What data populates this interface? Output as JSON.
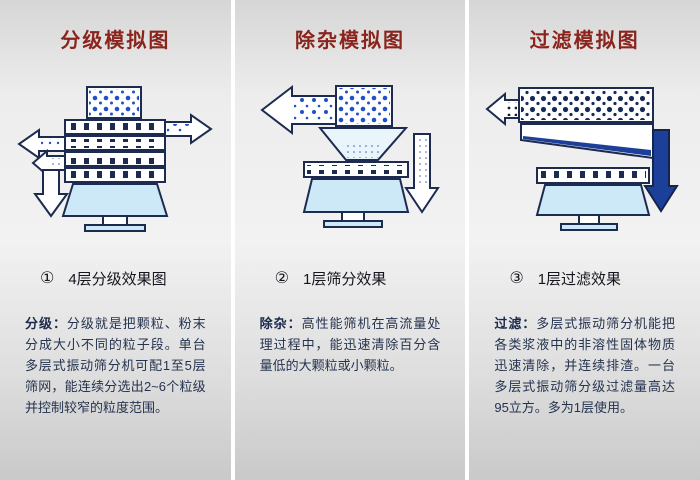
{
  "colors": {
    "title_red": "#8a241c",
    "particle_blue": "#2050c8",
    "slurry_navy": "#152a56",
    "flow_blue": "#1c3f9a",
    "machine_light_blue": "#cde9f7",
    "outline_navy": "#1d2b50"
  },
  "panels": [
    {
      "title": "分级模拟图",
      "caption_number": "①",
      "caption_text": "4层分级效果图",
      "desc_lead": "分级：",
      "desc_text": "分级就是把颗粒、粉末分成大小不同的粒子段。单台多层式振动筛分机可配1至5层筛网，能连续分选出2~6个粒级并控制较窄的粒度范围。"
    },
    {
      "title": "除杂模拟图",
      "caption_number": "②",
      "caption_text": "1层筛分效果",
      "desc_lead": "除杂：",
      "desc_text": "高性能筛机在高流量处理过程中，能迅速清除百分含量低的大颗粒或小颗粒。"
    },
    {
      "title": "过滤模拟图",
      "caption_number": "③",
      "caption_text": "1层过滤效果",
      "desc_lead": "过滤：",
      "desc_text": "多层式振动筛分机能把各类浆液中的非溶性固体物质迅速清除，并连续排渣。一台多层式振动筛分级过滤量高达95立方。多为1层使用。"
    }
  ]
}
